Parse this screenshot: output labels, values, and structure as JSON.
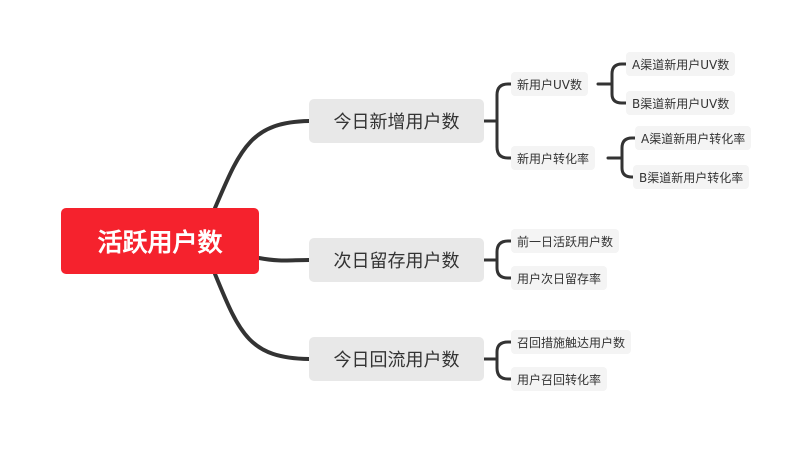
{
  "root": {
    "label": "活跃用户数"
  },
  "branches": [
    {
      "label": "今日新增用户数",
      "children": [
        {
          "label": "新用户UV数",
          "children": [
            {
              "label": "A渠道新用户UV数"
            },
            {
              "label": "B渠道新用户UV数"
            }
          ]
        },
        {
          "label": "新用户转化率",
          "children": [
            {
              "label": "A渠道新用户转化率"
            },
            {
              "label": "B渠道新用户转化率"
            }
          ]
        }
      ]
    },
    {
      "label": "次日留存用户数",
      "children": [
        {
          "label": "前一日活跃用户数"
        },
        {
          "label": "用户次日留存率"
        }
      ]
    },
    {
      "label": "今日回流用户数",
      "children": [
        {
          "label": "召回措施触达用户数"
        },
        {
          "label": "用户召回转化率"
        }
      ]
    }
  ],
  "colors": {
    "root_bg": "#f5222d",
    "branch_bg": "#e8e8e8",
    "leaf_bg": "#f4f4f4",
    "line": "#333333"
  }
}
